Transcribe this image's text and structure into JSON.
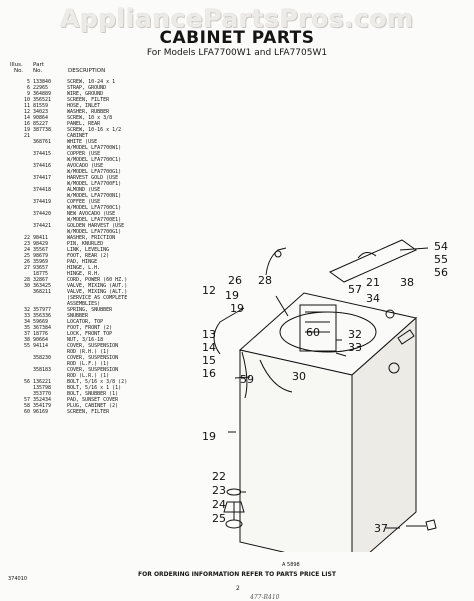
{
  "watermark": "AppliancePartsPros.com",
  "title": "CABINET PARTS",
  "subtitle": "For Models LFA7700W1 and LFA7705W1",
  "headers": {
    "illus_line1": "Illus.",
    "illus_line2": "No.",
    "part_line1": "Part",
    "part_line2": "No.",
    "description": "DESCRIPTION"
  },
  "parts": [
    {
      "illus": "5",
      "part": "133840",
      "desc": "SCREW, 10-24 x 1"
    },
    {
      "illus": "6",
      "part": "22965",
      "desc": "STRAP, GROUND"
    },
    {
      "illus": "9",
      "part": "364889",
      "desc": "WIRE, GROUND"
    },
    {
      "illus": "10",
      "part": "356521",
      "desc": "SCREEN, FILTER"
    },
    {
      "illus": "11",
      "part": "81559",
      "desc": "HOSE, INLET"
    },
    {
      "illus": "12",
      "part": "34023",
      "desc": "WASHER, RUBBER"
    },
    {
      "illus": "14",
      "part": "90864",
      "desc": "SCREW, 10 x 3/8"
    },
    {
      "illus": "16",
      "part": "85227",
      "desc": "PANEL, REAR"
    },
    {
      "illus": "19",
      "part": "387738",
      "desc": "SCREW, 10-16 x 1/2"
    },
    {
      "illus": "21",
      "part": "",
      "desc": "CABINET"
    },
    {
      "illus": "",
      "part": "368761",
      "desc": "WHITE (USE"
    },
    {
      "illus": "",
      "part": "",
      "desc": "W/MODEL LFA7700W1)"
    },
    {
      "illus": "",
      "part": "374415",
      "desc": "COPPER (USE"
    },
    {
      "illus": "",
      "part": "",
      "desc": "W/MODEL LFA7700C1)"
    },
    {
      "illus": "",
      "part": "374416",
      "desc": "AVOCADO (USE"
    },
    {
      "illus": "",
      "part": "",
      "desc": "W/MODEL LFA7700G1)"
    },
    {
      "illus": "",
      "part": "374417",
      "desc": "HARVEST GOLD (USE"
    },
    {
      "illus": "",
      "part": "",
      "desc": "W/MODEL LFA7700F1)"
    },
    {
      "illus": "",
      "part": "374418",
      "desc": "ALMOND (USE"
    },
    {
      "illus": "",
      "part": "",
      "desc": "W/MODEL LFA7700N1)"
    },
    {
      "illus": "",
      "part": "374419",
      "desc": "COFFEE (USE"
    },
    {
      "illus": "",
      "part": "",
      "desc": "W/MODEL LFA7700C1)"
    },
    {
      "illus": "",
      "part": "374420",
      "desc": "NEW AVOCADO (USE"
    },
    {
      "illus": "",
      "part": "",
      "desc": "W/MODEL LFA7700E1)"
    },
    {
      "illus": "",
      "part": "374421",
      "desc": "GOLDEN HARVEST (USE"
    },
    {
      "illus": "",
      "part": "",
      "desc": "W/MODEL LFA7700G1)"
    },
    {
      "illus": "22",
      "part": "98411",
      "desc": "WASHER, FRICTION"
    },
    {
      "illus": "23",
      "part": "98429",
      "desc": "PIN, KNURLED"
    },
    {
      "illus": "24",
      "part": "35567",
      "desc": "LINK, LEVELING"
    },
    {
      "illus": "25",
      "part": "98679",
      "desc": "FOOT, REAR (2)"
    },
    {
      "illus": "26",
      "part": "35969",
      "desc": "PAD, HINGE"
    },
    {
      "illus": "27",
      "part": "93657",
      "desc": "HINGE, L.H."
    },
    {
      "illus": "",
      "part": "18775",
      "desc": "HINGE, R.H."
    },
    {
      "illus": "28",
      "part": "32867",
      "desc": "CORD, POWER (60 HZ.)"
    },
    {
      "illus": "30",
      "part": "363425",
      "desc": "VALVE, MIXING (AUT.)"
    },
    {
      "illus": "",
      "part": "368211",
      "desc": "VALVE, MIXING (ALT.)"
    },
    {
      "illus": "",
      "part": "",
      "desc": "(SERVICE AS COMPLETE"
    },
    {
      "illus": "",
      "part": "",
      "desc": "ASSEMBLIES)"
    },
    {
      "illus": "32",
      "part": "357977",
      "desc": "SPRING, SNUBBER"
    },
    {
      "illus": "33",
      "part": "356336",
      "desc": "SNUBBER"
    },
    {
      "illus": "34",
      "part": "59669",
      "desc": "LOCATOR, TOP"
    },
    {
      "illus": "35",
      "part": "367384",
      "desc": "FOOT, FRONT (2)"
    },
    {
      "illus": "37",
      "part": "18776",
      "desc": "LOCK, FRONT TOP"
    },
    {
      "illus": "38",
      "part": "90664",
      "desc": "NUT, 3/16-18"
    },
    {
      "illus": "55",
      "part": "94114",
      "desc": "COVER, SUSPENSION"
    },
    {
      "illus": "",
      "part": "",
      "desc": "ROD (R.H.) (1)"
    },
    {
      "illus": "",
      "part": "358230",
      "desc": "COVER, SUSPENSION"
    },
    {
      "illus": "",
      "part": "",
      "desc": "ROD (L.F.) (1)"
    },
    {
      "illus": "",
      "part": "358183",
      "desc": "COVER, SUSPENSION"
    },
    {
      "illus": "",
      "part": "",
      "desc": "ROD (L.R.) (1)"
    },
    {
      "illus": "56",
      "part": "136221",
      "desc": "BOLT, 5/16 x 3/8 (2)"
    },
    {
      "illus": "",
      "part": "135798",
      "desc": "BOLT, 5/16 x 1 (1)"
    },
    {
      "illus": "",
      "part": "353770",
      "desc": "BOLT, SNUBBER (1)"
    },
    {
      "illus": "57",
      "part": "352434",
      "desc": "PAD, SUNSET COVER"
    },
    {
      "illus": "58",
      "part": "354179",
      "desc": "PLUG, CABINET (2)"
    },
    {
      "illus": "60",
      "part": "96169",
      "desc": "SCREEN, FILTER"
    }
  ],
  "callouts": {
    "c59": "59",
    "c54": "54",
    "c55": "55",
    "c56": "56",
    "c26": "26",
    "c19a": "19",
    "c12": "12",
    "c28": "28",
    "c57": "57",
    "c21": "21",
    "c34": "34",
    "c38": "38",
    "c19b": "19",
    "c60": "60",
    "c32": "32",
    "c33": "33",
    "c13": "13",
    "c14": "14",
    "c15": "15",
    "c16": "16",
    "c30": "30",
    "c19c": "19",
    "c22": "22",
    "c23": "23",
    "c24": "24",
    "c25": "25",
    "c37": "37"
  },
  "footer": {
    "figure_ref": "A 5898",
    "note": "FOR ORDERING INFORMATION REFER TO PARTS PRICE LIST",
    "code": "374010",
    "page": "2",
    "handwriting": "477-R410"
  }
}
